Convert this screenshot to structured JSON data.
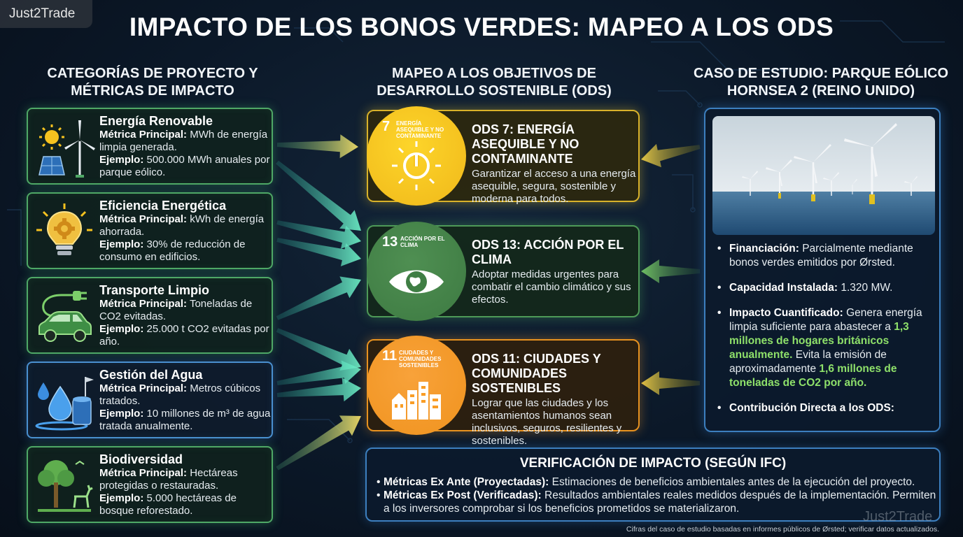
{
  "brand": {
    "logo": "Just2Trade",
    "watermark": "Just2Trade"
  },
  "title": "IMPACTO DE LOS BONOS VERDES: MAPEO A LOS ODS",
  "columns": {
    "left": "CATEGORÍAS DE PROYECTO Y MÉTRICAS DE IMPACTO",
    "middle": "MAPEO A LOS OBJETIVOS DE DESARROLLO SOSTENIBLE (ODS)",
    "right": "CASO DE ESTUDIO: PARQUE EÓLICO HORNSEA 2 (REINO UNIDO)"
  },
  "categories": [
    {
      "title": "Energía Renovable",
      "metric_label": "Métrica Principal:",
      "metric": "MWh de energía limpia generada.",
      "example_label": "Ejemplo:",
      "example": "500.000 MWh anuales por parque eólico.",
      "icon": "solar-wind-icon"
    },
    {
      "title": "Eficiencia Energética",
      "metric_label": "Métrica Principal:",
      "metric": "kWh de energía ahorrada.",
      "example_label": "Ejemplo:",
      "example": "30% de reducción de consumo en edificios.",
      "icon": "lightbulb-gear-icon"
    },
    {
      "title": "Transporte Limpio",
      "metric_label": "Métrica Principal:",
      "metric": "Toneladas de CO2 evitadas.",
      "example_label": "Ejemplo:",
      "example": "25.000 t CO2 evitadas por año.",
      "icon": "electric-car-icon"
    },
    {
      "title": "Gestión del Agua",
      "metric_label": "Métrica Principal:",
      "metric": "Metros cúbicos tratados.",
      "example_label": "Ejemplo:",
      "example": "10 millones de m³ de agua tratada anualmente.",
      "icon": "water-drop-icon"
    },
    {
      "title": "Biodiversidad",
      "metric_label": "Métrica Principal:",
      "metric": "Hectáreas protegidas o restauradas.",
      "example_label": "Ejemplo:",
      "example": "5.000 hectáreas de bosque reforestado.",
      "icon": "tree-deer-icon"
    }
  ],
  "sdgs": [
    {
      "number": "7",
      "badge": "ENERGÍA ASEQUIBLE Y NO CONTAMINANTE",
      "title": "ODS 7: ENERGÍA ASEQUIBLE Y NO CONTAMINANTE",
      "desc": "Garantizar el acceso a una energía asequible, segura, sostenible y moderna para todos.",
      "color": "#f5c21f",
      "icon": "power-sun-icon"
    },
    {
      "number": "13",
      "badge": "ACCIÓN POR EL CLIMA",
      "title": "ODS 13: ACCIÓN POR EL CLIMA",
      "desc": "Adoptar medidas urgentes para combatir el cambio climático y sus efectos.",
      "color": "#3f7e44",
      "icon": "eye-globe-icon"
    },
    {
      "number": "11",
      "badge": "CIUDADES Y COMUNIDADES SOSTENIBLES",
      "title": "ODS 11: CIUDADES Y COMUNIDADES SOSTENIBLES",
      "desc": "Lograr que las ciudades y los asentamientos humanos sean inclusivos, seguros, resilientes y sostenibles.",
      "color": "#f99d26",
      "icon": "city-buildings-icon"
    }
  ],
  "case_study": {
    "photo": "offshore-wind-farm-image",
    "financing_label": "Financiación:",
    "financing": "Parcialmente mediante bonos verdes emitidos por Ørsted.",
    "capacity_label": "Capacidad Instalada:",
    "capacity": "1.320 MW.",
    "impact_label": "Impacto Cuantificado:",
    "impact_1": "Genera energía limpia suficiente para abastecer a",
    "impact_hl_1": "1,3 millones de hogares británicos anualmente.",
    "impact_2": "Evita la emisión de aproximadamente",
    "impact_hl_2": "1,6 millones de toneladas de CO2 por año.",
    "contribution_label": "Contribución Directa a los ODS:"
  },
  "verification": {
    "title": "VERIFICACIÓN DE IMPACTO (SEGÚN IFC)",
    "ex_ante_label": "Métricas Ex Ante (Proyectadas):",
    "ex_ante": "Estimaciones de beneficios ambientales antes de la ejecución del proyecto.",
    "ex_post_label": "Métricas Ex Post (Verificadas):",
    "ex_post": "Resultados ambientales reales medidos después de la implementación. Permiten a los inversores comprobar si los beneficios prometidos se materializaron."
  },
  "footnote": "Cifras del caso de estudio basadas en informes públicos de Ørsted; verificar datos actualizados.",
  "colors": {
    "green_border": "#4fa866",
    "blue_border": "#3c7fbf",
    "highlight": "#8ee06a",
    "arrow_left": "#4fd6b4",
    "arrow_yellow": "#f0d040"
  }
}
